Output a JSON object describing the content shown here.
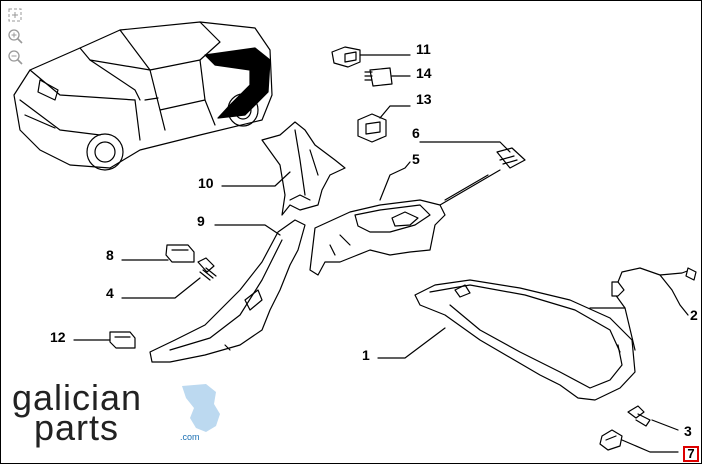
{
  "toolbar": {
    "icons": [
      "fit-view-icon",
      "zoom-in-icon",
      "zoom-out-icon"
    ]
  },
  "callouts": [
    {
      "id": "11",
      "label": "11"
    },
    {
      "id": "14",
      "label": "14"
    },
    {
      "id": "13",
      "label": "13"
    },
    {
      "id": "6",
      "label": "6"
    },
    {
      "id": "5",
      "label": "5"
    },
    {
      "id": "10",
      "label": "10"
    },
    {
      "id": "9",
      "label": "9"
    },
    {
      "id": "8",
      "label": "8"
    },
    {
      "id": "4",
      "label": "4"
    },
    {
      "id": "12",
      "label": "12"
    },
    {
      "id": "1",
      "label": "1"
    },
    {
      "id": "2",
      "label": "2"
    },
    {
      "id": "3",
      "label": "3"
    }
  ],
  "page_number": "7",
  "brand": {
    "line1": "galician",
    "line2": "parts",
    "domain": ".com",
    "accent_color": "#bcd9f0",
    "domain_color": "#1a6fb3"
  },
  "colors": {
    "line": "#000000",
    "badge_border": "#dd0000",
    "car_highlight": "#000000"
  }
}
